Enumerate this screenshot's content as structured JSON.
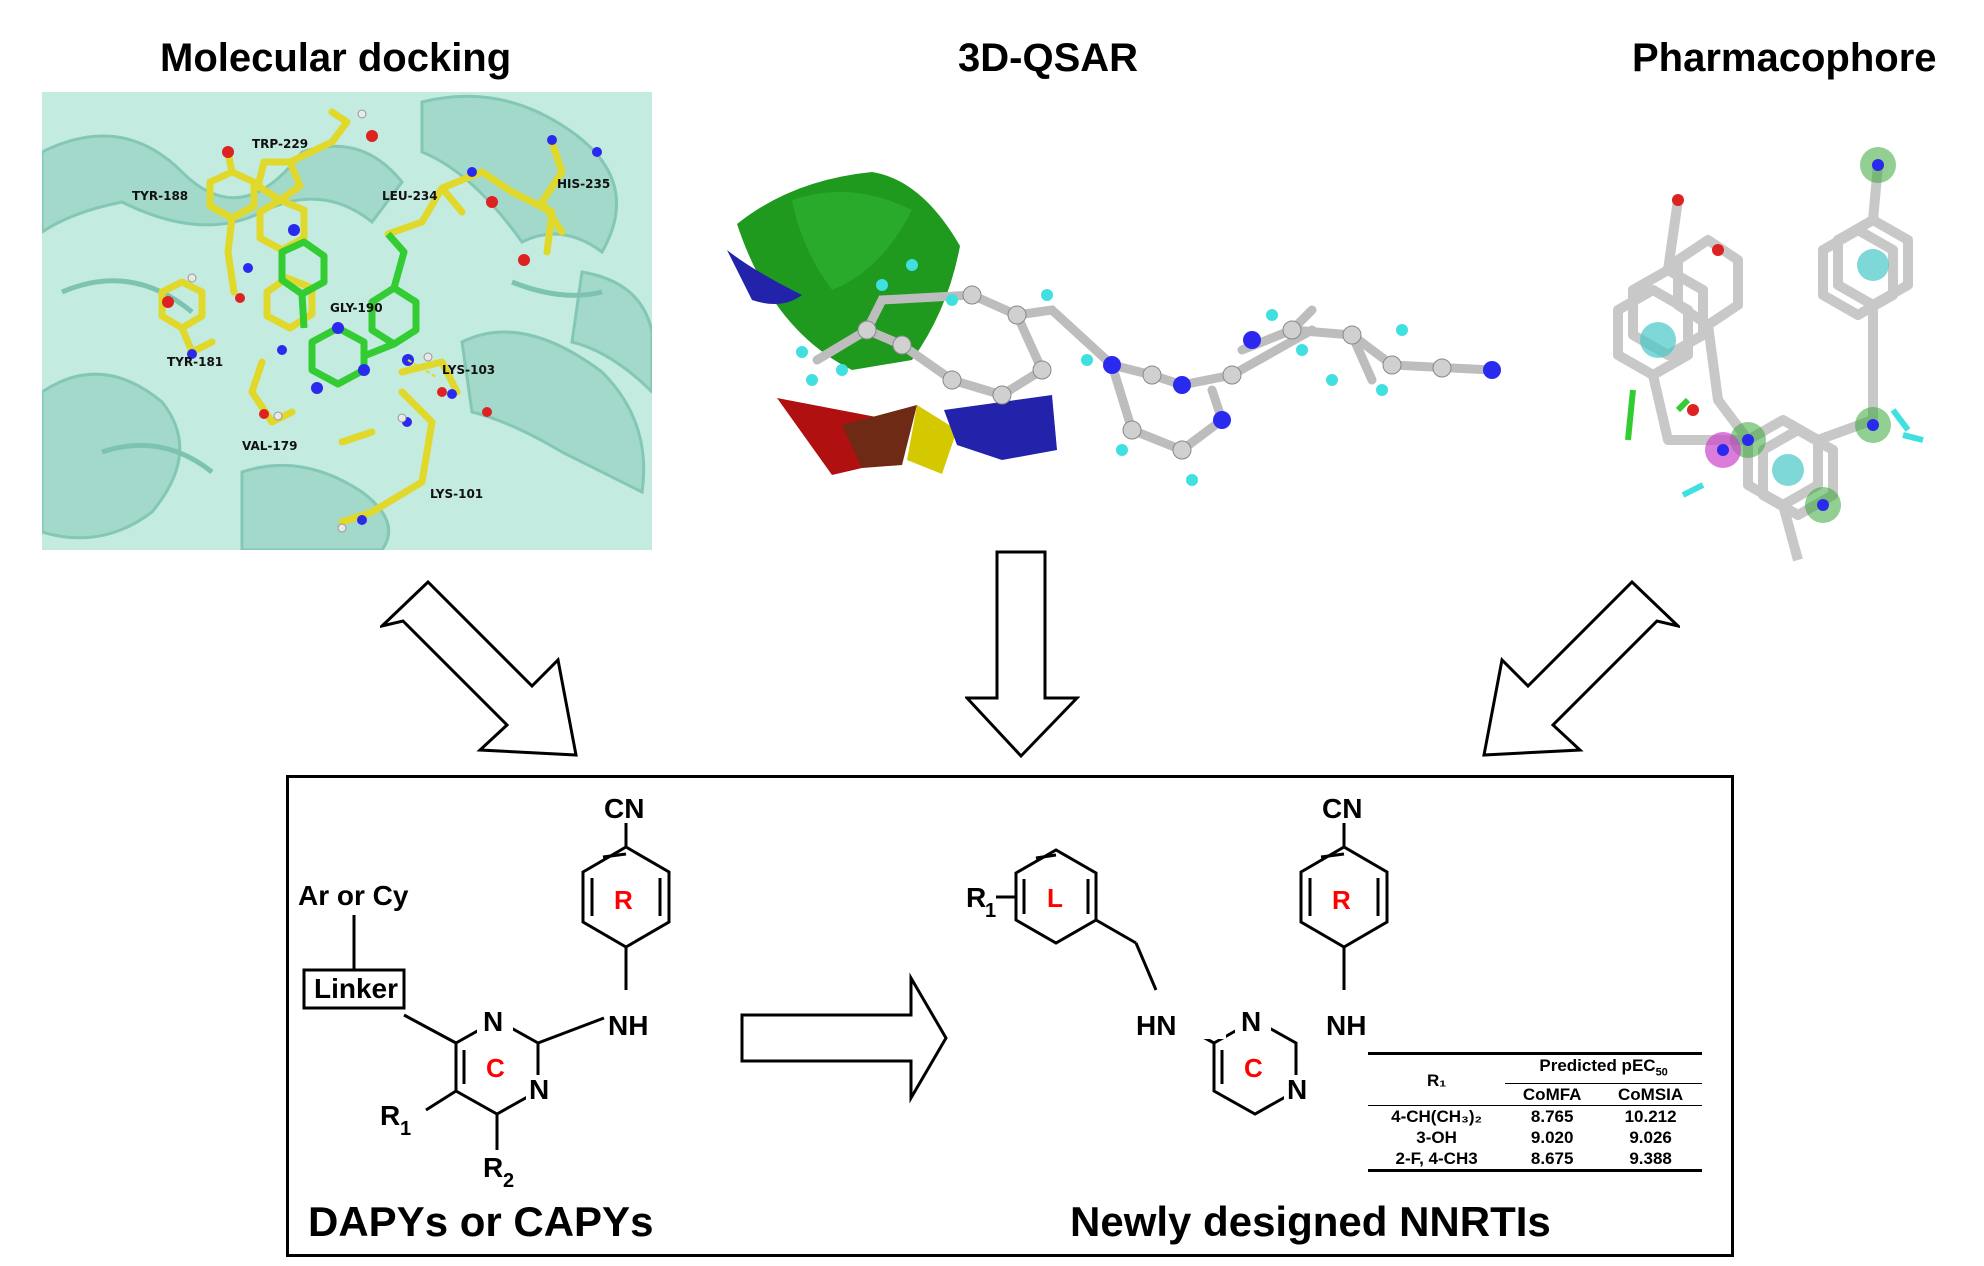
{
  "titles": {
    "docking": "Molecular docking",
    "qsar": "3D-QSAR",
    "pharmacophore": "Pharmacophore"
  },
  "residues": [
    "TRP-229",
    "TYR-188",
    "LEU-234",
    "HIS-235",
    "GLY-190",
    "TYR-181",
    "LYS-103",
    "VAL-179",
    "LYS-101"
  ],
  "left_structure": {
    "ar_or_cy": "Ar or Cy",
    "linker": "Linker",
    "cn": "CN",
    "ring_r": "R",
    "ring_c": "C",
    "n": "N",
    "nh": "NH",
    "r1": "R",
    "r1_sub": "1",
    "r2": "R",
    "r2_sub": "2",
    "caption": "DAPYs or CAPYs"
  },
  "right_structure": {
    "cn": "CN",
    "ring_l": "L",
    "ring_r": "R",
    "ring_c": "C",
    "r1": "R",
    "r1_sub": "1",
    "hn": "HN",
    "nh": "NH",
    "n": "N",
    "caption": "Newly designed NNRTIs"
  },
  "table": {
    "col_r1": "R₁",
    "col_group_prefix": "Predicted pEC",
    "col_group_sub": "50",
    "col_comfa": "CoMFA",
    "col_comsia": "CoMSIA",
    "rows": [
      {
        "r1": "4-CH(CH₃)₂",
        "comfa": "8.765",
        "comsia": "10.212"
      },
      {
        "r1": "3-OH",
        "comfa": "9.020",
        "comsia": "9.026"
      },
      {
        "r1": "2-F, 4-CH3",
        "comfa": "8.675",
        "comsia": "9.388"
      }
    ]
  },
  "colors": {
    "protein": "#9fd8c8",
    "ligand_carbon": "#e0d82a",
    "docked_ligand": "#33cc33",
    "nitrogen": "#2a2aee",
    "oxygen": "#dd2222",
    "ring_label": "#ff0000",
    "contour_green": "#1f9a1f",
    "contour_blue": "#2222aa",
    "contour_red": "#b01010",
    "contour_yellow": "#d4c800",
    "hydrogen_cyan": "#40e0e0",
    "atom_grey": "#d0d0d0"
  }
}
